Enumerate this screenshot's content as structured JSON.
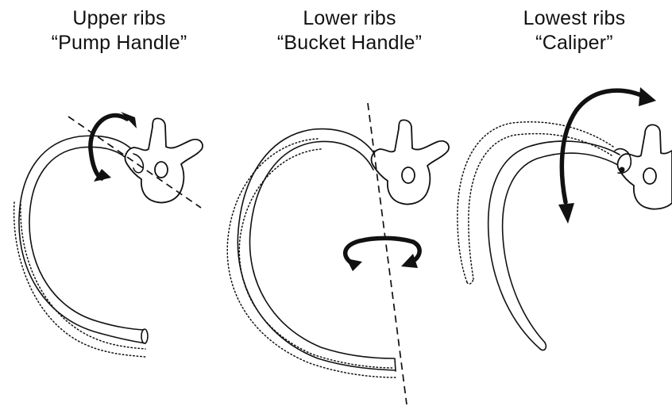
{
  "panels": [
    {
      "title": "Upper ribs",
      "subtitle": "“Pump Handle”"
    },
    {
      "title": "Lower ribs",
      "subtitle": "“Bucket Handle”"
    },
    {
      "title": "Lowest ribs",
      "subtitle": "“Caliper”"
    }
  ],
  "colors": {
    "ink": "#111111",
    "background": "#ffffff"
  }
}
